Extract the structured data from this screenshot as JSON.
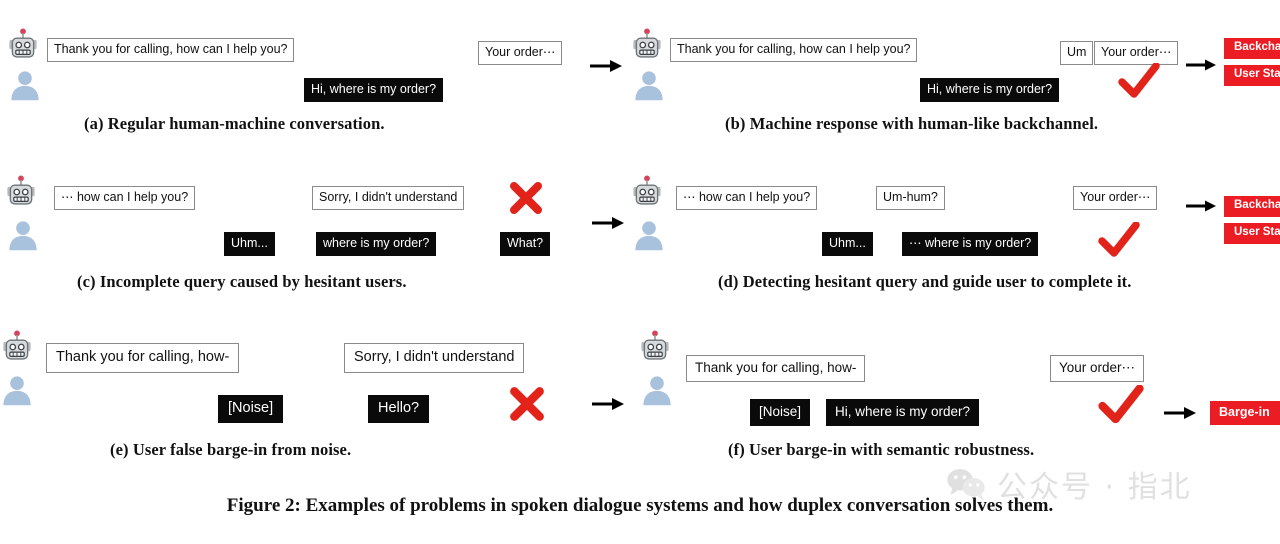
{
  "figure": {
    "caption": "Figure 2: Examples of problems in spoken dialogue systems and how duplex conversation solves them."
  },
  "watermark": {
    "text": "公众号 · 指北",
    "logo_icon": "wechat-icon"
  },
  "panels": [
    {
      "id": "a",
      "caption": "(a) Regular human-machine conversation.",
      "machine_bubbles": [
        {
          "text": "Thank you for calling, how can I help you?"
        },
        {
          "text": "Your order⋯"
        }
      ],
      "user_bubbles": [
        {
          "text": "Hi, where is my order?"
        }
      ],
      "chips": [],
      "marks": []
    },
    {
      "id": "b",
      "caption": "(b) Machine response with human-like backchannel.",
      "machine_bubbles": [
        {
          "text": "Thank you for calling, how can I help you?"
        },
        {
          "text": "Um"
        },
        {
          "text": "Your order⋯"
        }
      ],
      "user_bubbles": [
        {
          "text": "Hi, where is my order?"
        }
      ],
      "chips": [
        {
          "text": "Backchannel"
        },
        {
          "text": "User State"
        }
      ],
      "marks": [
        {
          "type": "check-mark-icon"
        }
      ]
    },
    {
      "id": "c",
      "caption": "(c) Incomplete query caused by hesitant users.",
      "machine_bubbles": [
        {
          "text": "⋯ how can I help you?"
        },
        {
          "text": "Sorry, I didn't understand"
        }
      ],
      "user_bubbles": [
        {
          "text": "Uhm..."
        },
        {
          "text": "where is my order?"
        },
        {
          "text": "What?"
        }
      ],
      "chips": [],
      "marks": [
        {
          "type": "cross-mark-icon"
        }
      ]
    },
    {
      "id": "d",
      "caption": "(d) Detecting hesitant query and guide user to complete it.",
      "machine_bubbles": [
        {
          "text": "⋯ how can I help you?"
        },
        {
          "text": "Um-hum?"
        },
        {
          "text": "Your order⋯"
        }
      ],
      "user_bubbles": [
        {
          "text": "Uhm..."
        },
        {
          "text": "⋯ where is my order?"
        }
      ],
      "chips": [
        {
          "text": "Backchannel"
        },
        {
          "text": "User State"
        }
      ],
      "marks": [
        {
          "type": "check-mark-icon"
        }
      ]
    },
    {
      "id": "e",
      "caption": "(e) User false barge-in from noise.",
      "machine_bubbles": [
        {
          "text": "Thank you for calling, how-"
        },
        {
          "text": "Sorry, I didn't understand"
        }
      ],
      "user_bubbles": [
        {
          "text": "[Noise]"
        },
        {
          "text": "Hello?"
        }
      ],
      "chips": [],
      "marks": [
        {
          "type": "cross-mark-icon"
        }
      ]
    },
    {
      "id": "f",
      "caption": "(f) User barge-in with semantic robustness.",
      "machine_bubbles": [
        {
          "text": "Thank you for calling, how-"
        },
        {
          "text": "Your order⋯"
        }
      ],
      "user_bubbles": [
        {
          "text": "[Noise]"
        },
        {
          "text": "Hi, where is my order?"
        }
      ],
      "chips": [
        {
          "text": "Barge-in"
        }
      ],
      "marks": [
        {
          "type": "check-mark-icon"
        }
      ]
    }
  ],
  "colors": {
    "chip_red": "#ec1c24",
    "mark_red": "#e2231a",
    "user_bubble_bg": "#0a0a0a",
    "machine_bubble_border": "#8a8a8a",
    "avatar_user_fill": "#a8c2dd",
    "robot_body": "#c9ccce",
    "robot_antenna": "#d6435b"
  },
  "icons": {
    "robot": "robot-avatar-icon",
    "user": "user-avatar-icon",
    "arrow": "arrow-right-icon",
    "check": "check-mark-icon",
    "cross": "cross-mark-icon"
  }
}
